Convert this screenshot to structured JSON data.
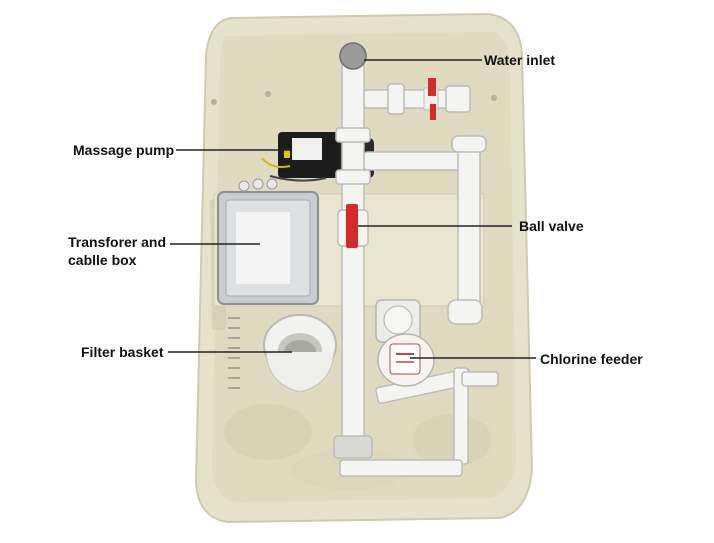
{
  "labels": {
    "water_inlet": "Water inlet",
    "massage_pump": "Massage pump",
    "transformer_line1": "Transforer and",
    "transformer_line2": "cablle box",
    "ball_valve": "Ball valve",
    "filter_basket": "Filter basket",
    "chlorine_feeder": "Chlorine feeder"
  },
  "colors": {
    "housing": "#e6e1c9",
    "housing_shadow": "#cfc9ad",
    "pipe": "#f4f4f2",
    "pipe_edge": "#bdbdb8",
    "valve_red": "#d42a2a",
    "pump_black": "#1c1c1c",
    "box_grey": "#c9ccd0",
    "leader_line": "#222222"
  }
}
